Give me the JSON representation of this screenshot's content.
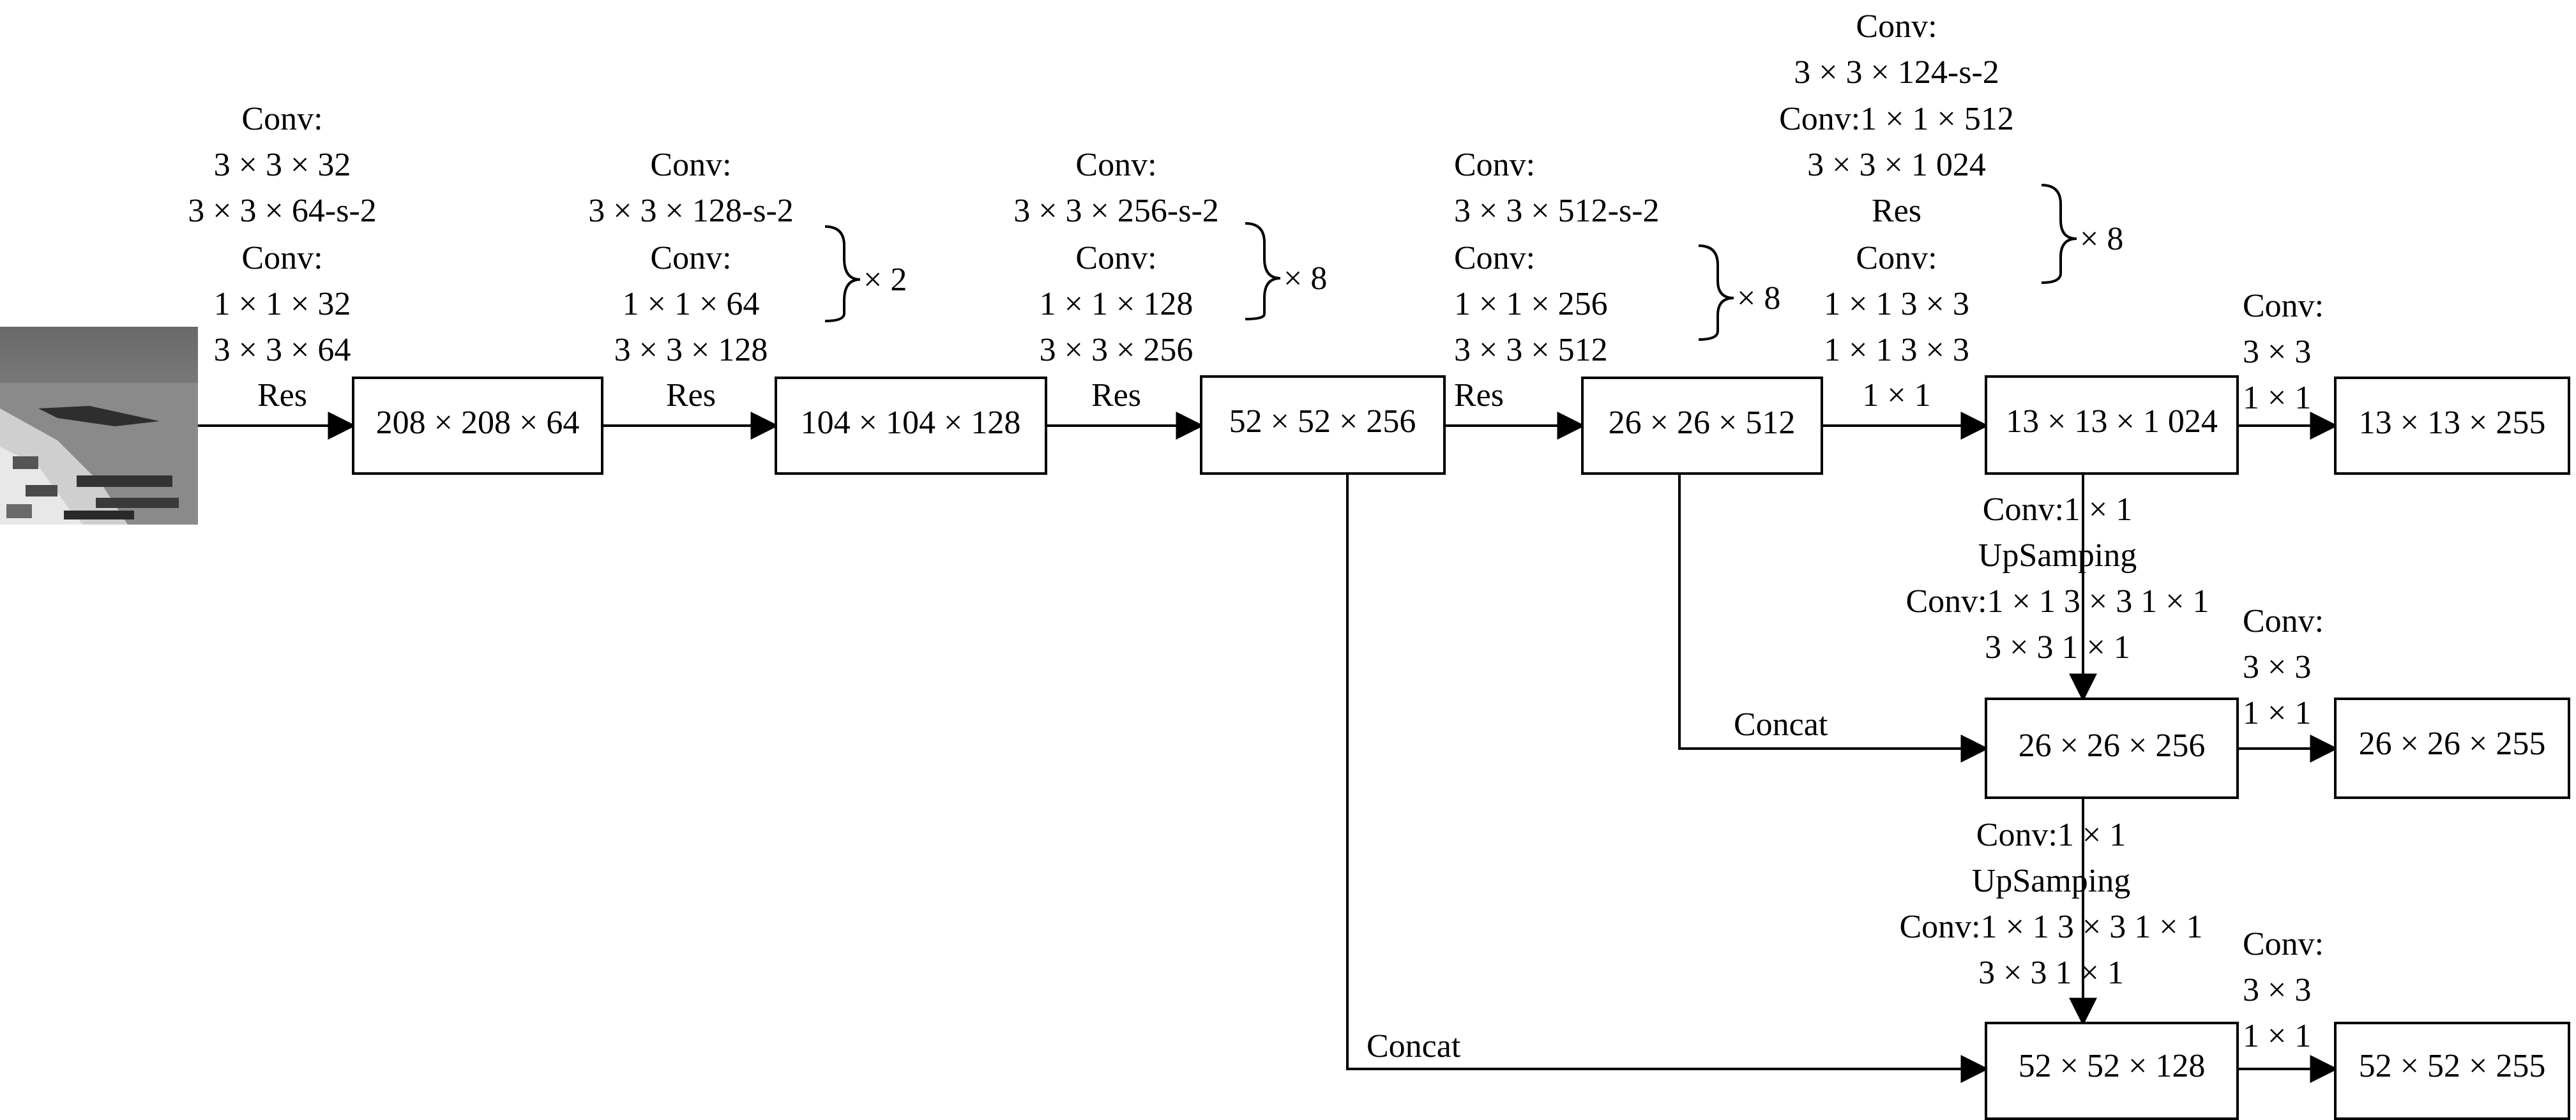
{
  "input_image": {
    "label": "harbor-image"
  },
  "nodes": {
    "n208": "208 × 208 × 64",
    "n104": "104 × 104 × 128",
    "n52": "52 × 52 × 256",
    "n26": "26 × 26 × 512",
    "n13": "13 × 13 × 1 024",
    "out13": "13 × 13 × 255",
    "m26": "26 × 26 × 256",
    "out26": "26 × 26 × 255",
    "m52": "52 × 52 × 128",
    "out52": "52 × 52 × 255"
  },
  "labels": {
    "stage1": [
      "Conv:",
      "3 × 3 × 32",
      "3 × 3 × 64-s-2",
      "Conv:",
      "1 × 1 × 32",
      "3 × 3 × 64",
      "Res"
    ],
    "stage2": [
      "Conv:",
      "3 × 3 × 128-s-2",
      "Conv:",
      "1 × 1 × 64",
      "3 × 3 × 128",
      "Res"
    ],
    "stage2_repeat": "× 2",
    "stage3": [
      "Conv:",
      "3 × 3 × 256-s-2",
      "Conv:",
      "1 × 1 × 128",
      "3 × 3 × 256",
      "Res"
    ],
    "stage3_repeat": "× 8",
    "stage4": [
      "Conv:",
      "3 × 3 × 512-s-2",
      "Conv:",
      "1 × 1 × 256",
      "3 × 3 × 512",
      "Res"
    ],
    "stage4_repeat": "× 8",
    "stage5": [
      "Conv:",
      "3 × 3 × 124-s-2",
      "Conv:1 × 1 × 512",
      "3 × 3 × 1 024",
      "Res",
      "Conv:",
      "1 × 1 3 × 3",
      "1 × 1 3 × 3",
      "1 × 1"
    ],
    "stage5_repeat": "× 8",
    "head13": [
      "Conv:",
      "3 × 3",
      "1 × 1"
    ],
    "up1": [
      "Conv:1 × 1",
      "UpSamping",
      "Conv:1 × 1 3 × 3 1 × 1",
      "3 × 3 1 × 1"
    ],
    "concat1": "Concat",
    "head26": [
      "Conv:",
      "3 × 3",
      "1 × 1"
    ],
    "up2": [
      "Conv:1 × 1",
      "UpSamping",
      "Conv:1 × 1 3 × 3 1 × 1",
      "3 × 3 1 × 1"
    ],
    "concat2": "Concat",
    "head52": [
      "Conv:",
      "3 × 3",
      "1 × 1"
    ]
  }
}
